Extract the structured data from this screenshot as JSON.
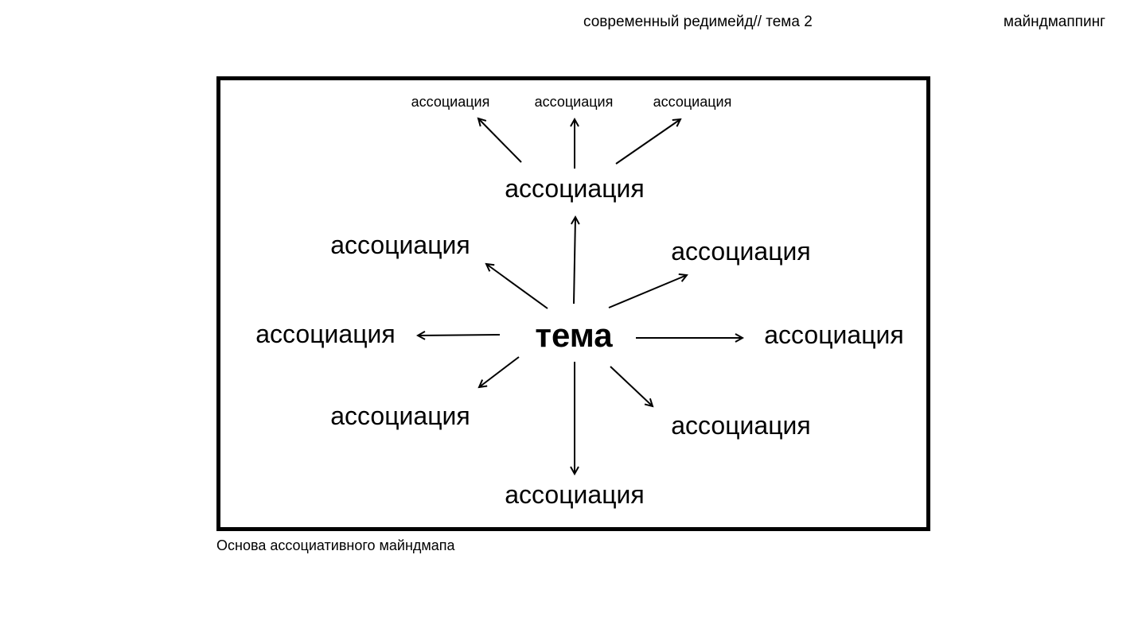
{
  "header": {
    "title": "современный редимейд// тема 2",
    "section": "майндмаппинг"
  },
  "diagram": {
    "center": "тема",
    "top_small": [
      "ассоциация",
      "ассоциация",
      "ассоциация"
    ],
    "nodes": {
      "top": "ассоциация",
      "upper_left": "ассоциация",
      "upper_right": "ассоциация",
      "left": "ассоциация",
      "right": "ассоциация",
      "lower_left": "ассоциация",
      "lower_right": "ассоциация",
      "bottom": "ассоциация"
    }
  },
  "caption": "Основа ассоциативного майндмапа"
}
